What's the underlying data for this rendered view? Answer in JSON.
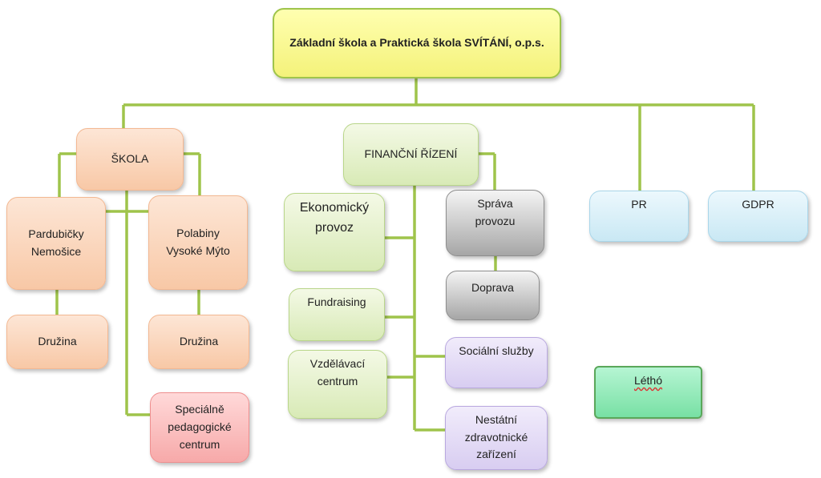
{
  "colors": {
    "connector": "#9fc44b",
    "root_fill": "#f9f79a",
    "school_fill": "#f9d4bb",
    "finance_fill": "#e2efc8",
    "ops_fill": "#bdbdbd",
    "social_fill": "#dfd5f3",
    "pr_fill": "#d6eef8",
    "special_fill": "#f9bcbc",
    "letho_fill": "#8ee8b5"
  },
  "root": {
    "label": "Základní škola a Praktická škola SVÍTÁNÍ, o.p.s."
  },
  "skola": {
    "label": "ŠKOLA",
    "pardubicky": "Pardubičky\nNemošice",
    "polabiny": "Polabiny\nVysoké Mýto",
    "druzina_left": "Družina",
    "druzina_right": "Družina",
    "specialne": "Speciálně\npedagogické\ncentrum"
  },
  "financni": {
    "label": "FINANČNÍ ŘÍZENÍ",
    "ekonomicky": "Ekonomický\nprovoz",
    "fundraising": "Fundraising",
    "vzdelavaci": "Vzdělávací\ncentrum",
    "sprava": "Správa\nprovozu",
    "doprava": "Doprava",
    "socialni": "Sociální služby",
    "nestatni": "Nestátní\nzdravotnické\nzařízení"
  },
  "pr": {
    "label": "PR"
  },
  "gdpr": {
    "label": "GDPR"
  },
  "letho": {
    "label": "Léthó"
  }
}
